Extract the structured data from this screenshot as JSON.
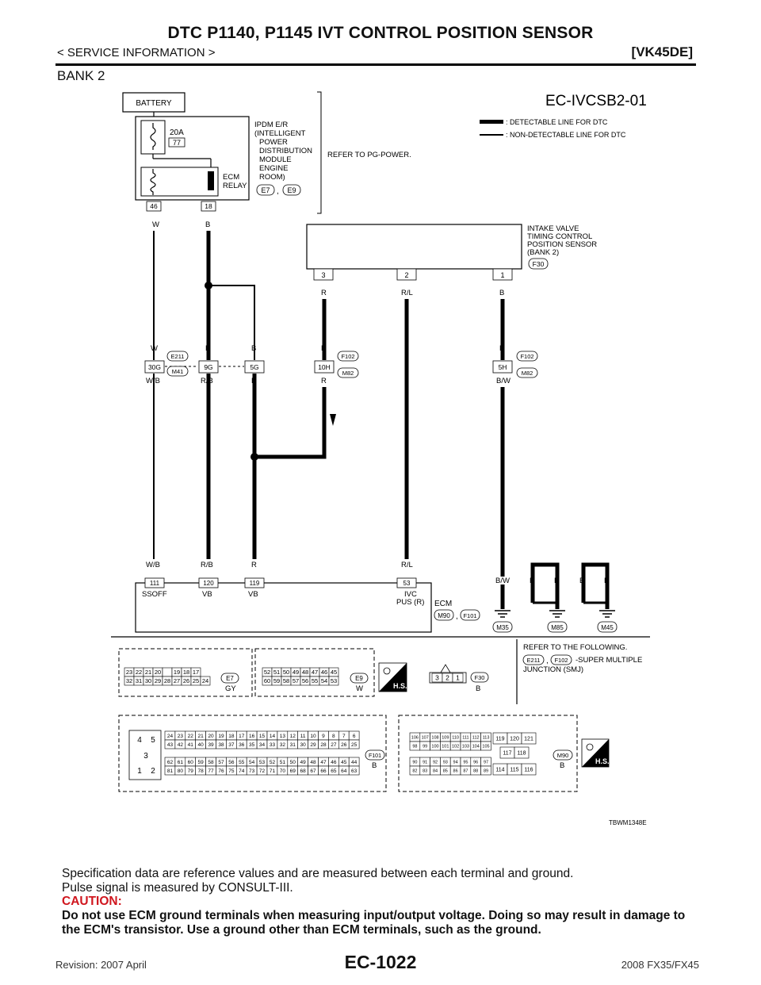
{
  "header": {
    "title": "DTC P1140, P1145 IVT CONTROL POSITION SENSOR",
    "subtitle": "< SERVICE INFORMATION >",
    "model": "[VK45DE]",
    "bank": "BANK 2"
  },
  "diagram": {
    "code": "EC-IVCSB2-01",
    "battery": "BATTERY",
    "fuse_amp": "20A",
    "fuse_no": "77",
    "ipdm_lines": [
      "IPDM E/R",
      "(INTELLIGENT",
      "POWER",
      "DISTRIBUTION",
      "MODULE",
      "ENGINE",
      "ROOM)"
    ],
    "ecm_relay": [
      "ECM",
      "RELAY"
    ],
    "ipdm_connectors": [
      "E7",
      "E9"
    ],
    "ipdm_pins": [
      "46",
      "18"
    ],
    "ipdm_wires": [
      "W",
      "B"
    ],
    "refer_pg": "REFER TO PG-POWER.",
    "legend_detectable": ": DETECTABLE LINE FOR DTC",
    "legend_non_detectable": ": NON-DETECTABLE LINE FOR DTC",
    "sensor_lines": [
      "INTAKE VALVE",
      "TIMING CONTROL",
      "POSITION SENSOR",
      "(BANK 2)"
    ],
    "sensor_connector": "F30",
    "sensor_pins": [
      "3",
      "2",
      "1"
    ],
    "sensor_wires": [
      "R",
      "R/L",
      "B"
    ],
    "jc_left": {
      "top_wires": [
        "W",
        "B",
        "B"
      ],
      "pins": [
        "30G",
        "9G",
        "5G"
      ],
      "bottom_wires": [
        "W/B",
        "R/B",
        "R"
      ],
      "connectors": [
        "E211",
        "M41"
      ]
    },
    "jc_mid": {
      "top_wire": "R",
      "pin": "10H",
      "bottom_wire": "R",
      "connectors": [
        "F102",
        "M82"
      ]
    },
    "jc_right": {
      "top_wire": "B",
      "pin": "5H",
      "bottom_wire": "B/W",
      "connectors": [
        "F102",
        "M82"
      ]
    },
    "ecm_pins": [
      "111",
      "120",
      "119",
      "53"
    ],
    "ecm_wires": [
      "W/B",
      "R/B",
      "R",
      "R/L"
    ],
    "ecm_pin_labels": [
      "SSOFF",
      "VB",
      "VB",
      "IVC"
    ],
    "ecm_ivc_sub": "PUS (R)",
    "ecm_label": "ECM",
    "ecm_connectors": [
      "M90",
      "F101"
    ],
    "ground_wires": [
      "B/W",
      "B",
      "B",
      "B",
      "B"
    ],
    "grounds": [
      "M35",
      "M85",
      "M45"
    ],
    "refer_following": "REFER TO THE FOLLOWING.",
    "smj_connectors": [
      "E211",
      "F102"
    ],
    "smj_text": [
      "-SUPER MULTIPLE",
      "JUNCTION (SMJ)"
    ],
    "hs": "H.S.",
    "conn_e7": {
      "name": "E7",
      "color": "GY",
      "row1": [
        "23",
        "22",
        "21",
        "20",
        "",
        "19",
        "18",
        "17"
      ],
      "row2": [
        "32",
        "31",
        "30",
        "29",
        "28",
        "27",
        "26",
        "25",
        "24"
      ]
    },
    "conn_e9": {
      "name": "E9",
      "color": "W",
      "row1": [
        "52",
        "51",
        "50",
        "49",
        "48",
        "47",
        "46",
        "45"
      ],
      "row2": [
        "60",
        "59",
        "58",
        "57",
        "56",
        "55",
        "54",
        "53"
      ]
    },
    "conn_f30": {
      "name": "F30",
      "color": "B",
      "pins": [
        "3",
        "2",
        "1"
      ]
    },
    "conn_f101": {
      "name": "F101",
      "color": "B",
      "big": [
        "4",
        "5",
        "3",
        "1",
        "2"
      ],
      "row1": [
        "24",
        "23",
        "22",
        "21",
        "20",
        "19",
        "18",
        "17",
        "16",
        "15",
        "14",
        "13",
        "12",
        "11",
        "10",
        "9",
        "8",
        "7",
        "6"
      ],
      "row2": [
        "43",
        "42",
        "41",
        "40",
        "39",
        "38",
        "37",
        "36",
        "35",
        "34",
        "33",
        "32",
        "31",
        "30",
        "29",
        "28",
        "27",
        "26",
        "25"
      ],
      "row3": [
        "62",
        "61",
        "60",
        "59",
        "58",
        "57",
        "56",
        "55",
        "54",
        "53",
        "52",
        "51",
        "50",
        "49",
        "48",
        "47",
        "46",
        "45",
        "44"
      ],
      "row4": [
        "81",
        "80",
        "79",
        "78",
        "77",
        "76",
        "75",
        "74",
        "73",
        "72",
        "71",
        "70",
        "69",
        "68",
        "67",
        "66",
        "65",
        "64",
        "63"
      ]
    },
    "conn_m90": {
      "name": "M90",
      "color": "B",
      "row1": [
        "106",
        "107",
        "108",
        "109",
        "110",
        "111",
        "112",
        "113"
      ],
      "row2": [
        "98",
        "99",
        "100",
        "101",
        "102",
        "103",
        "104",
        "105"
      ],
      "row3": [
        "90",
        "91",
        "92",
        "93",
        "94",
        "95",
        "96",
        "97"
      ],
      "row4": [
        "82",
        "83",
        "84",
        "85",
        "86",
        "87",
        "88",
        "89"
      ],
      "side_top": [
        "119",
        "120",
        "121"
      ],
      "side_mid": [
        "117",
        "118"
      ],
      "side_bot": [
        "114",
        "115",
        "116"
      ]
    },
    "figure_id": "TBWM1348E"
  },
  "body": {
    "spec1": "Specification data are reference values and are measured between each terminal and ground.",
    "spec2": "Pulse signal is measured by CONSULT-III.",
    "caution_label": "CAUTION:",
    "caution_text": "Do not use ECM ground terminals when measuring input/output voltage. Doing so may result in damage to the ECM's transistor. Use a ground other than ECM terminals, such as the ground."
  },
  "footer": {
    "revision": "Revision: 2007 April",
    "page": "EC-1022",
    "model": "2008 FX35/FX45"
  }
}
